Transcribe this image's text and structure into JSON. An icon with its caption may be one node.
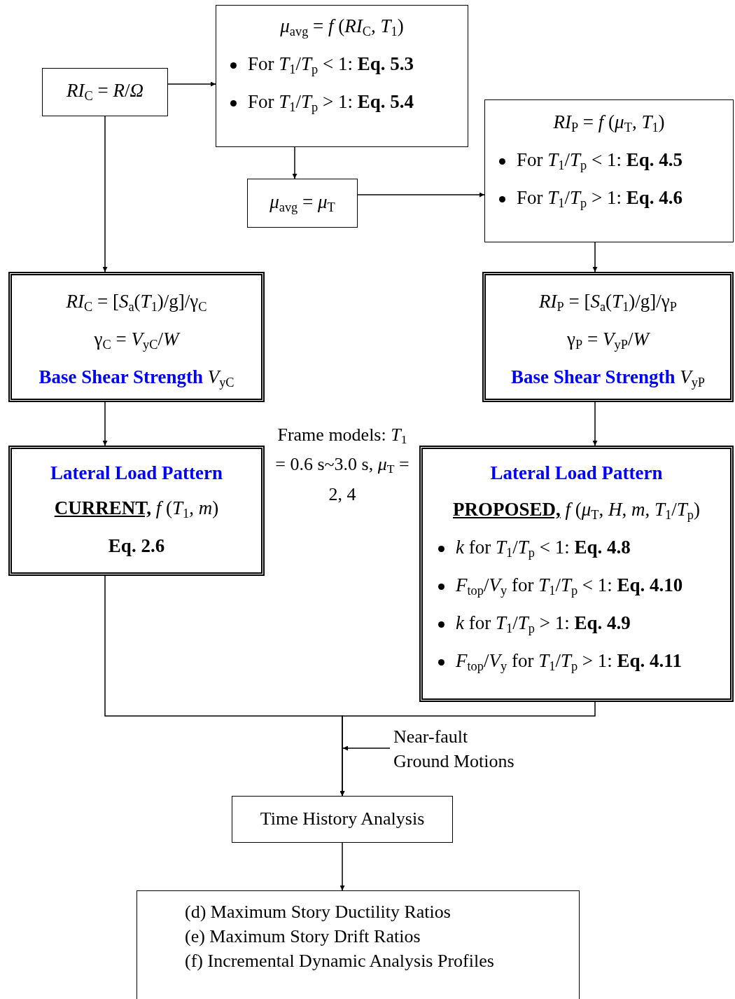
{
  "diagram": {
    "nodes": [
      {
        "text": [
          "*RI*$_{C}$ = *R*/*Ω*"
        ]
      },
      {
        "text": [
          "*μ*$_{avg}$ = *f* (*RI*$_{C}$, *T*$_{1}$)",
          "For *T*$_{1}$/*T*$_{p}$ < 1: **Eq. 5.3**",
          "For *T*$_{1}$/*T*$_{p}$ > 1: **Eq. 5.4**"
        ]
      },
      {
        "text": [
          "*μ*$_{avg}$ = *μ*$_{T}$"
        ]
      },
      {
        "text": [
          "*RI*$_{P}$ = *f* (*μ*$_{T}$, *T*$_{1}$)",
          "For *T*$_{1}$/*T*$_{p}$ < 1: **Eq. 4.5**",
          "For *T*$_{1}$/*T*$_{p}$ > 1: **Eq. 4.6**"
        ]
      },
      {
        "text": [
          "*RI*$_{C}$ = [*S*$_{a}$(*T*$_{1}$)/g]/γ$_{C}$",
          "γ$_{C}$ = *V*$_{yC}$/*W*",
          "**Base Shear Strength** *V*$_{yC}$"
        ]
      },
      {
        "text": [
          "*RI*$_{P}$ = [*S*$_{a}$(*T*$_{1}$)/g]/γ$_{P}$",
          "γ$_{P}$ = *V*$_{yP}$/*W*",
          "**Base Shear Strength** *V*$_{yP}$"
        ]
      },
      {
        "text": [
          "Lateral Load Pattern",
          "**CURRENT,** *f* (*T*$_{1}$, *m*)",
          "Eq. 2.6"
        ]
      },
      {
        "text": [
          "Lateral Load Pattern",
          "**PROPOSED,** *f* (*μ*$_{T}$, *H*, *m*, *T*$_{1}$/*T*$_{p}$)",
          "*k* for *T*$_{1}$/*T*$_{p}$ < 1: **Eq. 4.8**",
          "*F*$_{top}$/*V*$_{y}$ for *T*$_{1}$/*T*$_{p}$ < 1: **Eq. 4.10**",
          "*k* for *T*$_{1}$/*T*$_{p}$ > 1: **Eq. 4.9**",
          "*F*$_{top}$/*V*$_{y}$ for *T*$_{1}$/*T*$_{p}$ > 1: **Eq. 4.11**"
        ]
      },
      {
        "text": [
          "Near-fault Ground Motions"
        ]
      },
      {
        "text": [
          "Time History Analysis"
        ]
      },
      {
        "text": [
          "(d) Maximum Story Ductility Ratios",
          "(e) Maximum Story Drift Ratios",
          "(f) Incremental Dynamic Analysis Profiles"
        ]
      }
    ],
    "edges": [
      {
        "from": 0,
        "to": 1,
        "arrow": "to"
      },
      {
        "from": 0,
        "to": 4,
        "arrow": "to"
      },
      {
        "from": 1,
        "to": 2,
        "arrow": "to"
      },
      {
        "from": 2,
        "to": 3,
        "arrow": "to"
      },
      {
        "from": 3,
        "to": 5,
        "arrow": "to"
      },
      {
        "from": 4,
        "to": 6,
        "arrow": "to"
      },
      {
        "from": 5,
        "to": 7,
        "arrow": "to"
      },
      {
        "from": 6,
        "to": 9,
        "arrow": "to"
      },
      {
        "from": 7,
        "to": 9,
        "arrow": "to"
      },
      {
        "from": 8,
        "to": null,
        "arrow": "to"
      },
      {
        "from": 9,
        "to": 10,
        "arrow": "to"
      }
    ],
    "labels": [
      "Frame models: *T*$_{1}$ = 0.6 s~3.0 s, *μ*$_{T}$ = 2, 4"
    ]
  }
}
